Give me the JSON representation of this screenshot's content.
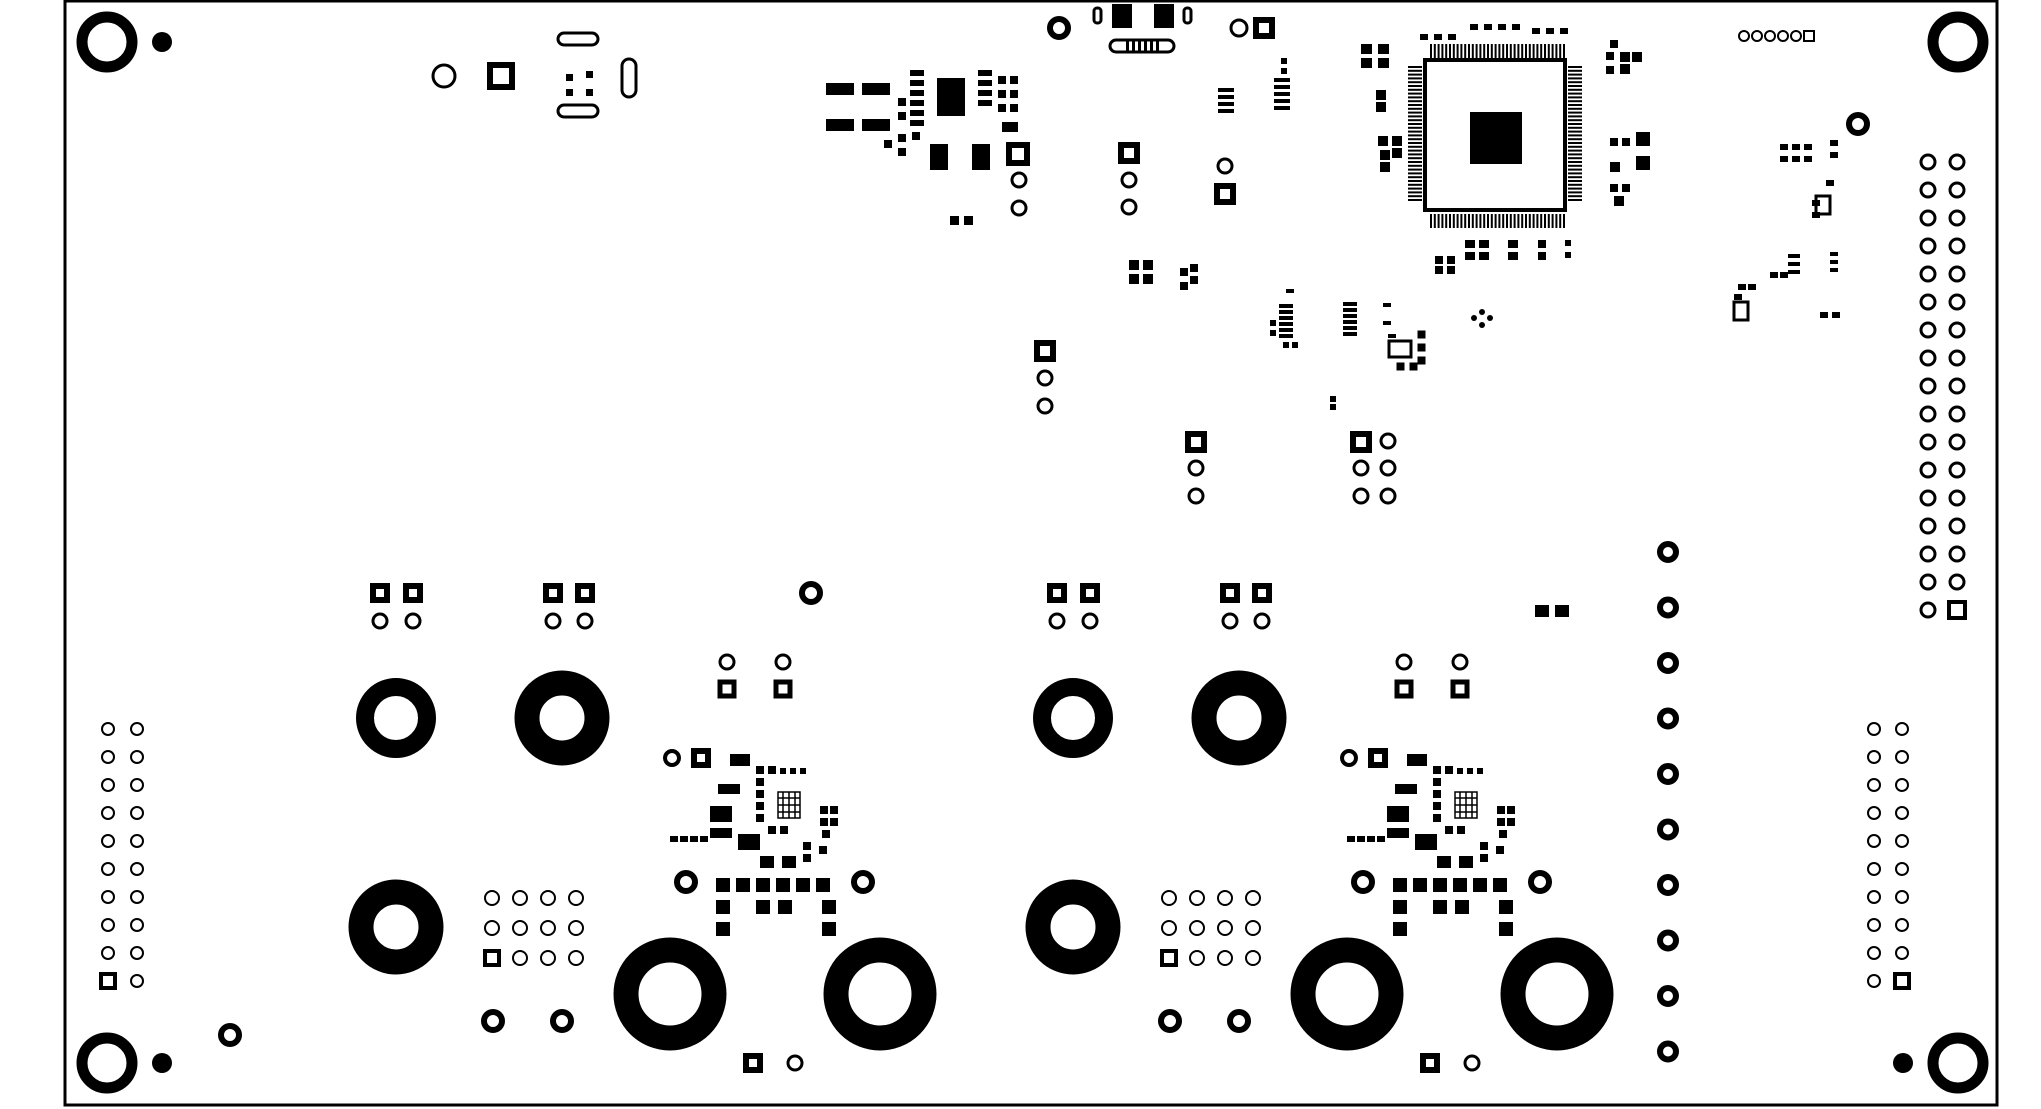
{
  "title": "",
  "colors": {
    "background": "#ffffff",
    "copper": "#000000",
    "outline": "#000000"
  },
  "components": [
    "mounting-hole",
    "fiducial",
    "usb-connector",
    "crystal",
    "power-regulator",
    "mcu-qfp",
    "pin-header-2x18",
    "pin-header-2x10",
    "banana-jack",
    "sense-ic",
    "test-point-row",
    "ic-soic",
    "qfn-package"
  ]
}
